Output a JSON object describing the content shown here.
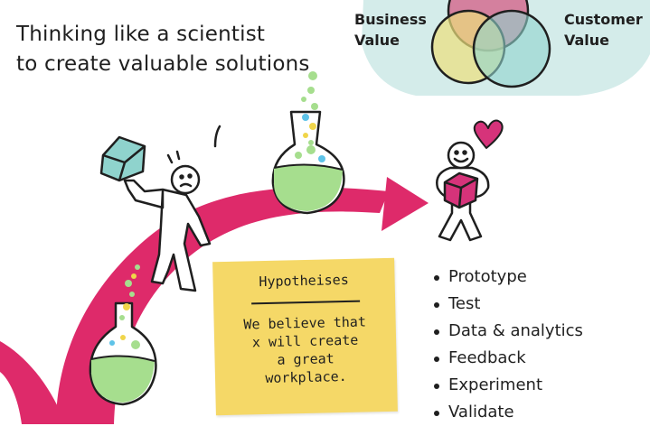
{
  "title": {
    "line1": "Thinking like a scientist",
    "line2": "to create valuable solutions"
  },
  "venn": {
    "left_label_line1": "Business",
    "left_label_line2": "Value",
    "right_label_line1": "Customer",
    "right_label_line2": "Value",
    "colors": {
      "backdrop": "#d4ecea",
      "top_circle": "#d4537e",
      "left_circle": "#ede07c",
      "right_circle": "#8fd3cd"
    }
  },
  "sticky_note": {
    "heading": "Hypotheises",
    "body_lines": [
      "We believe that",
      "x will create",
      "a great",
      "workplace."
    ],
    "color": "#f5d867"
  },
  "methods": [
    "Prototype",
    "Test",
    "Data & analytics",
    "Feedback",
    "Experiment",
    "Validate"
  ],
  "illustration": {
    "arrow_color": "#de2a6a",
    "liquid_color": "#a6de8e",
    "bubble_colors": [
      "#a6de8e",
      "#f0d54a",
      "#5ec3e8"
    ],
    "cube_color": "#8fd3cd",
    "gift_color": "#d6337a",
    "heart_color": "#d6337a",
    "icons": [
      "cube-icon",
      "worried-person-icon",
      "flask-icon",
      "happy-person-icon",
      "gift-icon",
      "heart-icon",
      "arrow-icon"
    ]
  }
}
